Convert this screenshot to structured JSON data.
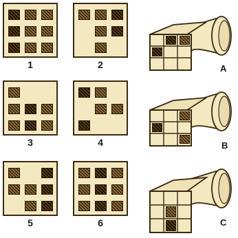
{
  "panels": [
    {
      "label": "1",
      "cells": [
        1,
        1,
        1,
        1,
        1,
        1,
        1,
        1,
        1
      ]
    },
    {
      "label": "2",
      "cells": [
        1,
        1,
        1,
        0,
        1,
        1,
        0,
        1,
        0
      ]
    },
    {
      "label": "3",
      "cells": [
        1,
        0,
        0,
        1,
        1,
        1,
        1,
        1,
        1
      ]
    },
    {
      "label": "4",
      "cells": [
        1,
        1,
        0,
        0,
        1,
        1,
        1,
        0,
        0
      ]
    },
    {
      "label": "5",
      "cells": [
        1,
        0,
        1,
        1,
        1,
        1,
        0,
        1,
        1
      ]
    },
    {
      "label": "6",
      "cells": [
        1,
        1,
        1,
        1,
        1,
        1,
        1,
        1,
        1
      ]
    }
  ],
  "tubes": [
    {
      "label": "A",
      "cells": [
        0,
        1,
        1,
        1,
        0,
        0,
        0,
        0,
        0
      ]
    },
    {
      "label": "B",
      "cells": [
        0,
        0,
        1,
        1,
        0,
        0,
        0,
        0,
        1
      ]
    },
    {
      "label": "C",
      "cells": [
        0,
        0,
        0,
        0,
        1,
        0,
        0,
        1,
        0
      ]
    }
  ],
  "colors": {
    "paper": "#f3e8c0",
    "ink": "#3a2a12"
  }
}
